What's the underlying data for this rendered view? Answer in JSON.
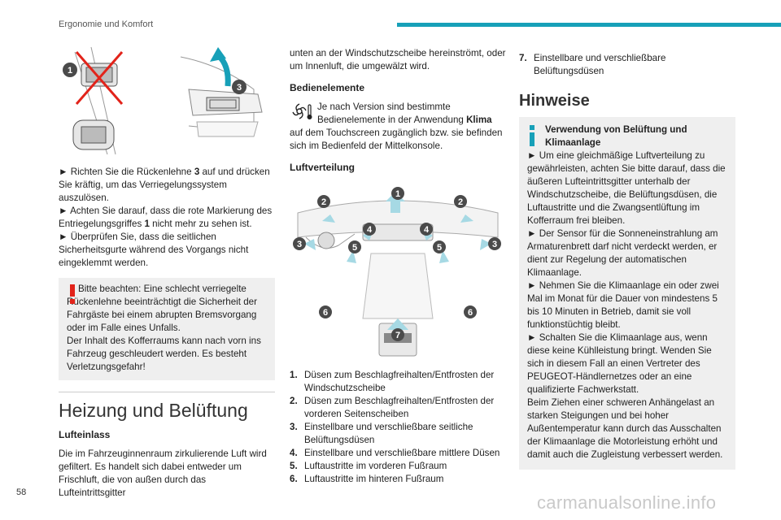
{
  "header": {
    "title": "Ergonomie und Komfort"
  },
  "page_number": "58",
  "watermark": "carmanualsonline.info",
  "col1": {
    "figure_badges": [
      "1",
      "3"
    ],
    "steps": [
      [
        "Richten Sie die Rückenlehne ",
        "3",
        " auf und drücken Sie kräftig, um das Verriegelungssystem auszulösen."
      ],
      [
        "Achten Sie darauf, dass die rote Markierung des Entriegelungsgriffes ",
        "1",
        " nicht mehr zu sehen ist."
      ],
      [
        "Überprüfen Sie, dass die seitlichen Sicherheitsgurte während des Vorgangs nicht eingeklemmt werden."
      ]
    ],
    "warning": {
      "text1": "Bitte beachten: Eine schlecht verriegelte Rückenlehne beeinträchtigt die Sicherheit der Fahrgäste bei einem abrupten Bremsvorgang oder im Falle eines Unfalls.",
      "text2": "Der Inhalt des Kofferraums kann nach vorn ins Fahrzeug geschleudert werden. Es besteht Verletzungsgefahr!"
    },
    "section_title": "Heizung und Belüftung",
    "lufteinlass_heading": "Lufteinlass",
    "lufteinlass_text": "Die im Fahrzeuginnenraum zirkulierende Luft wird gefiltert. Es handelt sich dabei entweder um Frischluft, die von außen durch das Lufteintrittsgitter"
  },
  "col2": {
    "continued_text": "unten an der Windschutzscheibe hereinströmt, oder um Innenluft, die umgewälzt wird.",
    "bedien_heading": "Bedienelemente",
    "bedien_text_a": "Je nach Version sind bestimmte Bedienelemente in der Anwendung ",
    "bedien_bold": "Klima",
    "bedien_text_b": " auf dem Touchscreen zugänglich bzw. sie befinden sich im Bedienfeld der Mittelkonsole.",
    "luft_heading": "Luftverteilung",
    "figure_badges": [
      "1",
      "2",
      "2",
      "3",
      "3",
      "4",
      "4",
      "5",
      "5",
      "6",
      "6",
      "7"
    ],
    "list": [
      {
        "num": "1.",
        "text": "Düsen zum Beschlagfreihalten/Entfrosten der Windschutzscheibe"
      },
      {
        "num": "2.",
        "text": "Düsen zum Beschlagfreihalten/Entfrosten der vorderen Seitenscheiben"
      },
      {
        "num": "3.",
        "text": "Einstellbare und verschließbare seitliche Belüftungsdüsen"
      },
      {
        "num": "4.",
        "text": "Einstellbare und verschließbare mittlere Düsen"
      },
      {
        "num": "5.",
        "text": "Luftaustritte im vorderen Fußraum"
      },
      {
        "num": "6.",
        "text": "Luftaustritte im hinteren Fußraum"
      }
    ]
  },
  "col3": {
    "item7": {
      "num": "7.",
      "text": "Einstellbare und verschließbare Belüftungsdüsen"
    },
    "hinweise_title": "Hinweise",
    "info_title": "Verwendung von Belüftung und Klimaanlage",
    "steps": [
      "Um eine gleichmäßige Luftverteilung zu gewährleisten, achten Sie bitte darauf, dass die äußeren Lufteintrittsgitter unterhalb der Windschutzscheibe, die Belüftungsdüsen, die Luftaustritte und die Zwangsentlüftung im Kofferraum frei bleiben.",
      "Der Sensor für die Sonneneinstrahlung am Armaturenbrett darf nicht verdeckt werden, er dient zur Regelung der automatischen Klimaanlage.",
      "Nehmen Sie die Klimaanlage ein oder zwei Mal im Monat für die Dauer von mindestens 5 bis 10 Minuten in Betrieb, damit sie voll funktionstüchtig bleibt.",
      "Schalten Sie die Klimaanlage aus, wenn diese keine Kühlleistung bringt. Wenden Sie sich in diesem Fall an einen Vertreter des PEUGEOT-Händlernetzes oder an eine qualifizierte Fachwerkstatt."
    ],
    "closing": "Beim Ziehen einer schweren Anhängelast an starken Steigungen und bei hoher Außentemperatur kann durch das Ausschalten der Klimaanlage die Motorleistung erhöht und damit auch die Zugleistung verbessert werden."
  },
  "colors": {
    "accent": "#17a0b8",
    "warning": "#e2231a",
    "box": "#efefef",
    "badge": "#4a4a4a"
  }
}
